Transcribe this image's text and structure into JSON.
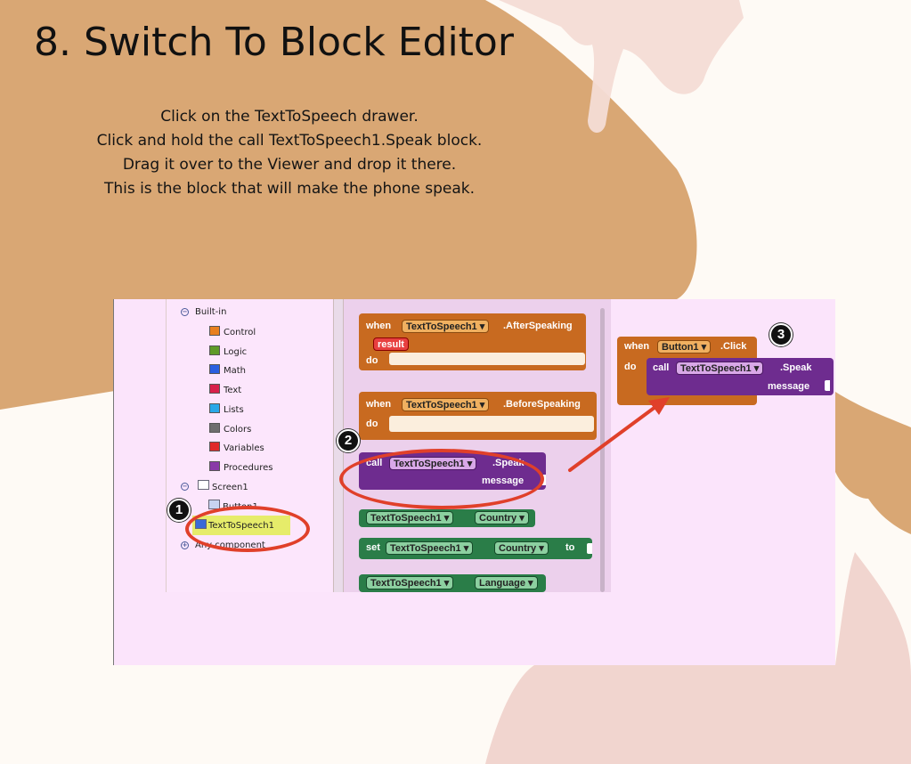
{
  "slide": {
    "title": "8. Switch To Block Editor",
    "instructions": [
      "Click on the TextToSpeech drawer.",
      "Click and hold the call TextToSpeech1.Speak block.",
      "Drag it over to the Viewer and drop it there.",
      "This is the block that will make the phone speak."
    ]
  },
  "palette": {
    "builtin_label": "Built-in",
    "builtin_items": [
      {
        "label": "Control",
        "color": "#e8801e"
      },
      {
        "label": "Logic",
        "color": "#5f9a28"
      },
      {
        "label": "Math",
        "color": "#2a5fe0"
      },
      {
        "label": "Text",
        "color": "#d8204a"
      },
      {
        "label": "Lists",
        "color": "#2aa8e8"
      },
      {
        "label": "Colors",
        "color": "#6e6e6e"
      },
      {
        "label": "Variables",
        "color": "#e02a2a"
      },
      {
        "label": "Procedures",
        "color": "#8a3aa8"
      }
    ],
    "screen_label": "Screen1",
    "components": [
      "Button1",
      "TextToSpeech1"
    ],
    "any_component_label": "Any component"
  },
  "blocks": {
    "after_speaking": {
      "when": "when",
      "component": "TextToSpeech1",
      "event": ".AfterSpeaking",
      "param": "result",
      "do": "do"
    },
    "before_speaking": {
      "when": "when",
      "component": "TextToSpeech1",
      "event": ".BeforeSpeaking",
      "do": "do"
    },
    "speak": {
      "call": "call",
      "component": "TextToSpeech1",
      "method": ".Speak",
      "arg": "message"
    },
    "country_getter": {
      "component": "TextToSpeech1",
      "property": "Country"
    },
    "country_setter": {
      "set": "set",
      "component": "TextToSpeech1",
      "property": "Country",
      "to": "to"
    },
    "language_getter": {
      "component": "TextToSpeech1",
      "property": "Language"
    }
  },
  "viewer": {
    "click_block": {
      "when": "when",
      "component": "Button1",
      "event": ".Click",
      "do": "do",
      "call": "call",
      "call_component": "TextToSpeech1",
      "method": ".Speak",
      "arg": "message"
    }
  },
  "callouts": [
    "1",
    "2",
    "3"
  ],
  "dropdown_glyph": "▾",
  "colors": {
    "accent_blob": "#d9a774",
    "pink_blob": "#f1d5cf",
    "annotation_red": "#e0402a",
    "event_block": "#c86a20",
    "procedure_block": "#6e2c8f",
    "property_block": "#2a7d48"
  }
}
